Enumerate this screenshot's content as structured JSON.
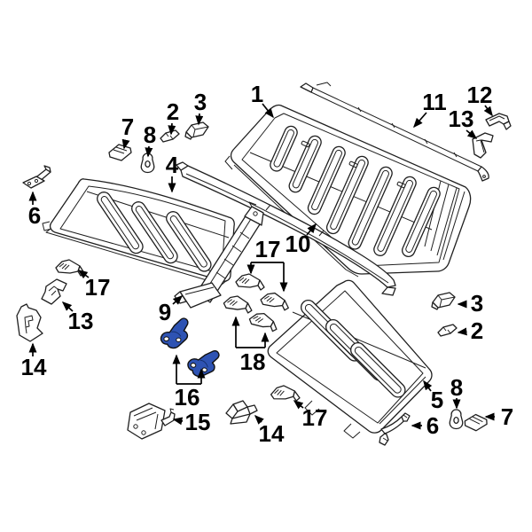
{
  "diagram": {
    "background": "#ffffff",
    "line_color": "#1f1f1f",
    "highlight_color": "#2e53b3",
    "highlighted_callout": "16"
  },
  "callouts": {
    "c1": {
      "text": "1"
    },
    "c2_top": {
      "text": "2"
    },
    "c3_top": {
      "text": "3"
    },
    "c4": {
      "text": "4"
    },
    "c5": {
      "text": "5"
    },
    "c6_left": {
      "text": "6"
    },
    "c6_bottom": {
      "text": "6"
    },
    "c7_top": {
      "text": "7"
    },
    "c7_bottom": {
      "text": "7"
    },
    "c8_top": {
      "text": "8"
    },
    "c8_bottom": {
      "text": "8"
    },
    "c9": {
      "text": "9"
    },
    "c10": {
      "text": "10"
    },
    "c11": {
      "text": "11"
    },
    "c12": {
      "text": "12"
    },
    "c13_left": {
      "text": "13"
    },
    "c13_right": {
      "text": "13"
    },
    "c14_left": {
      "text": "14"
    },
    "c14_bottom": {
      "text": "14"
    },
    "c15": {
      "text": "15"
    },
    "c16": {
      "text": "16"
    },
    "c17_left": {
      "text": "17"
    },
    "c17_mid": {
      "text": "17"
    },
    "c17_bottom": {
      "text": "17"
    },
    "c18_mid": {
      "text": "18"
    },
    "c2_right": {
      "text": "2"
    },
    "c3_right": {
      "text": "3"
    }
  }
}
